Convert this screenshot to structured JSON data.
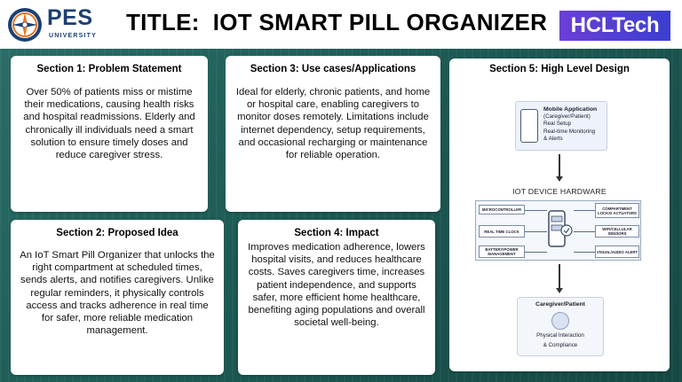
{
  "header": {
    "logo_name": "PES",
    "logo_sub": "UNIVERSITY",
    "title": "TITLE:  IOT SMART PILL ORGANIZER",
    "partner_logo": "HCLTech"
  },
  "sections": [
    {
      "heading": "Section 1: Problem Statement",
      "body": "Over 50% of patients miss or mistime their medications, causing health risks and hospital readmissions. Elderly and chronically ill individuals need a smart solution to ensure timely doses and reduce caregiver stress."
    },
    {
      "heading": "Section 2: Proposed Idea",
      "body": "An IoT Smart Pill Organizer that unlocks the right compartment at scheduled times, sends alerts, and notifies caregivers. Unlike regular reminders, it physically controls access and tracks adherence in real time for safer, more reliable medication management."
    },
    {
      "heading": "Section 3: Use cases/Applications",
      "body": "Ideal for elderly, chronic patients, and home or hospital care, enabling caregivers to monitor doses remotely. Limitations include internet dependency, setup requirements, and occasional recharging or maintenance for reliable operation."
    },
    {
      "heading": "Section 4: Impact",
      "body": "Improves medication adherence, lowers hospital visits, and reduces healthcare costs. Saves caregivers time, increases patient independence, and supports safer, more efficient home healthcare, benefiting aging populations and overall societal well-being."
    },
    {
      "heading": "Section 5: High Level Design"
    }
  ],
  "design": {
    "mobile": {
      "title": "Mobile Application",
      "lines": [
        "(Caregiver/Patient)",
        "Real Setup",
        "Real-time Monitoring",
        "& Alerts"
      ]
    },
    "hardware_title": "IOT DEVICE HARDWARE",
    "hardware_left": [
      "MICROCONTROLLER",
      "REAL TIME CLOCK",
      "BATTERY/POWER MANAGEMENT"
    ],
    "hardware_right": [
      "COMPARTMENT LOCKS/ ACTUATORS",
      "WIFI/CELLULAR SENSORS",
      "VISUAL/AUDIO ALERT"
    ],
    "caregiver": {
      "title": "Caregiver/Patient",
      "lines": [
        "Physical Interaction",
        "& Compliance"
      ]
    }
  },
  "colors": {
    "background": "#1f5e58",
    "pes_blue": "#1c3f73",
    "hcl_purple": "#5a3fd4"
  }
}
